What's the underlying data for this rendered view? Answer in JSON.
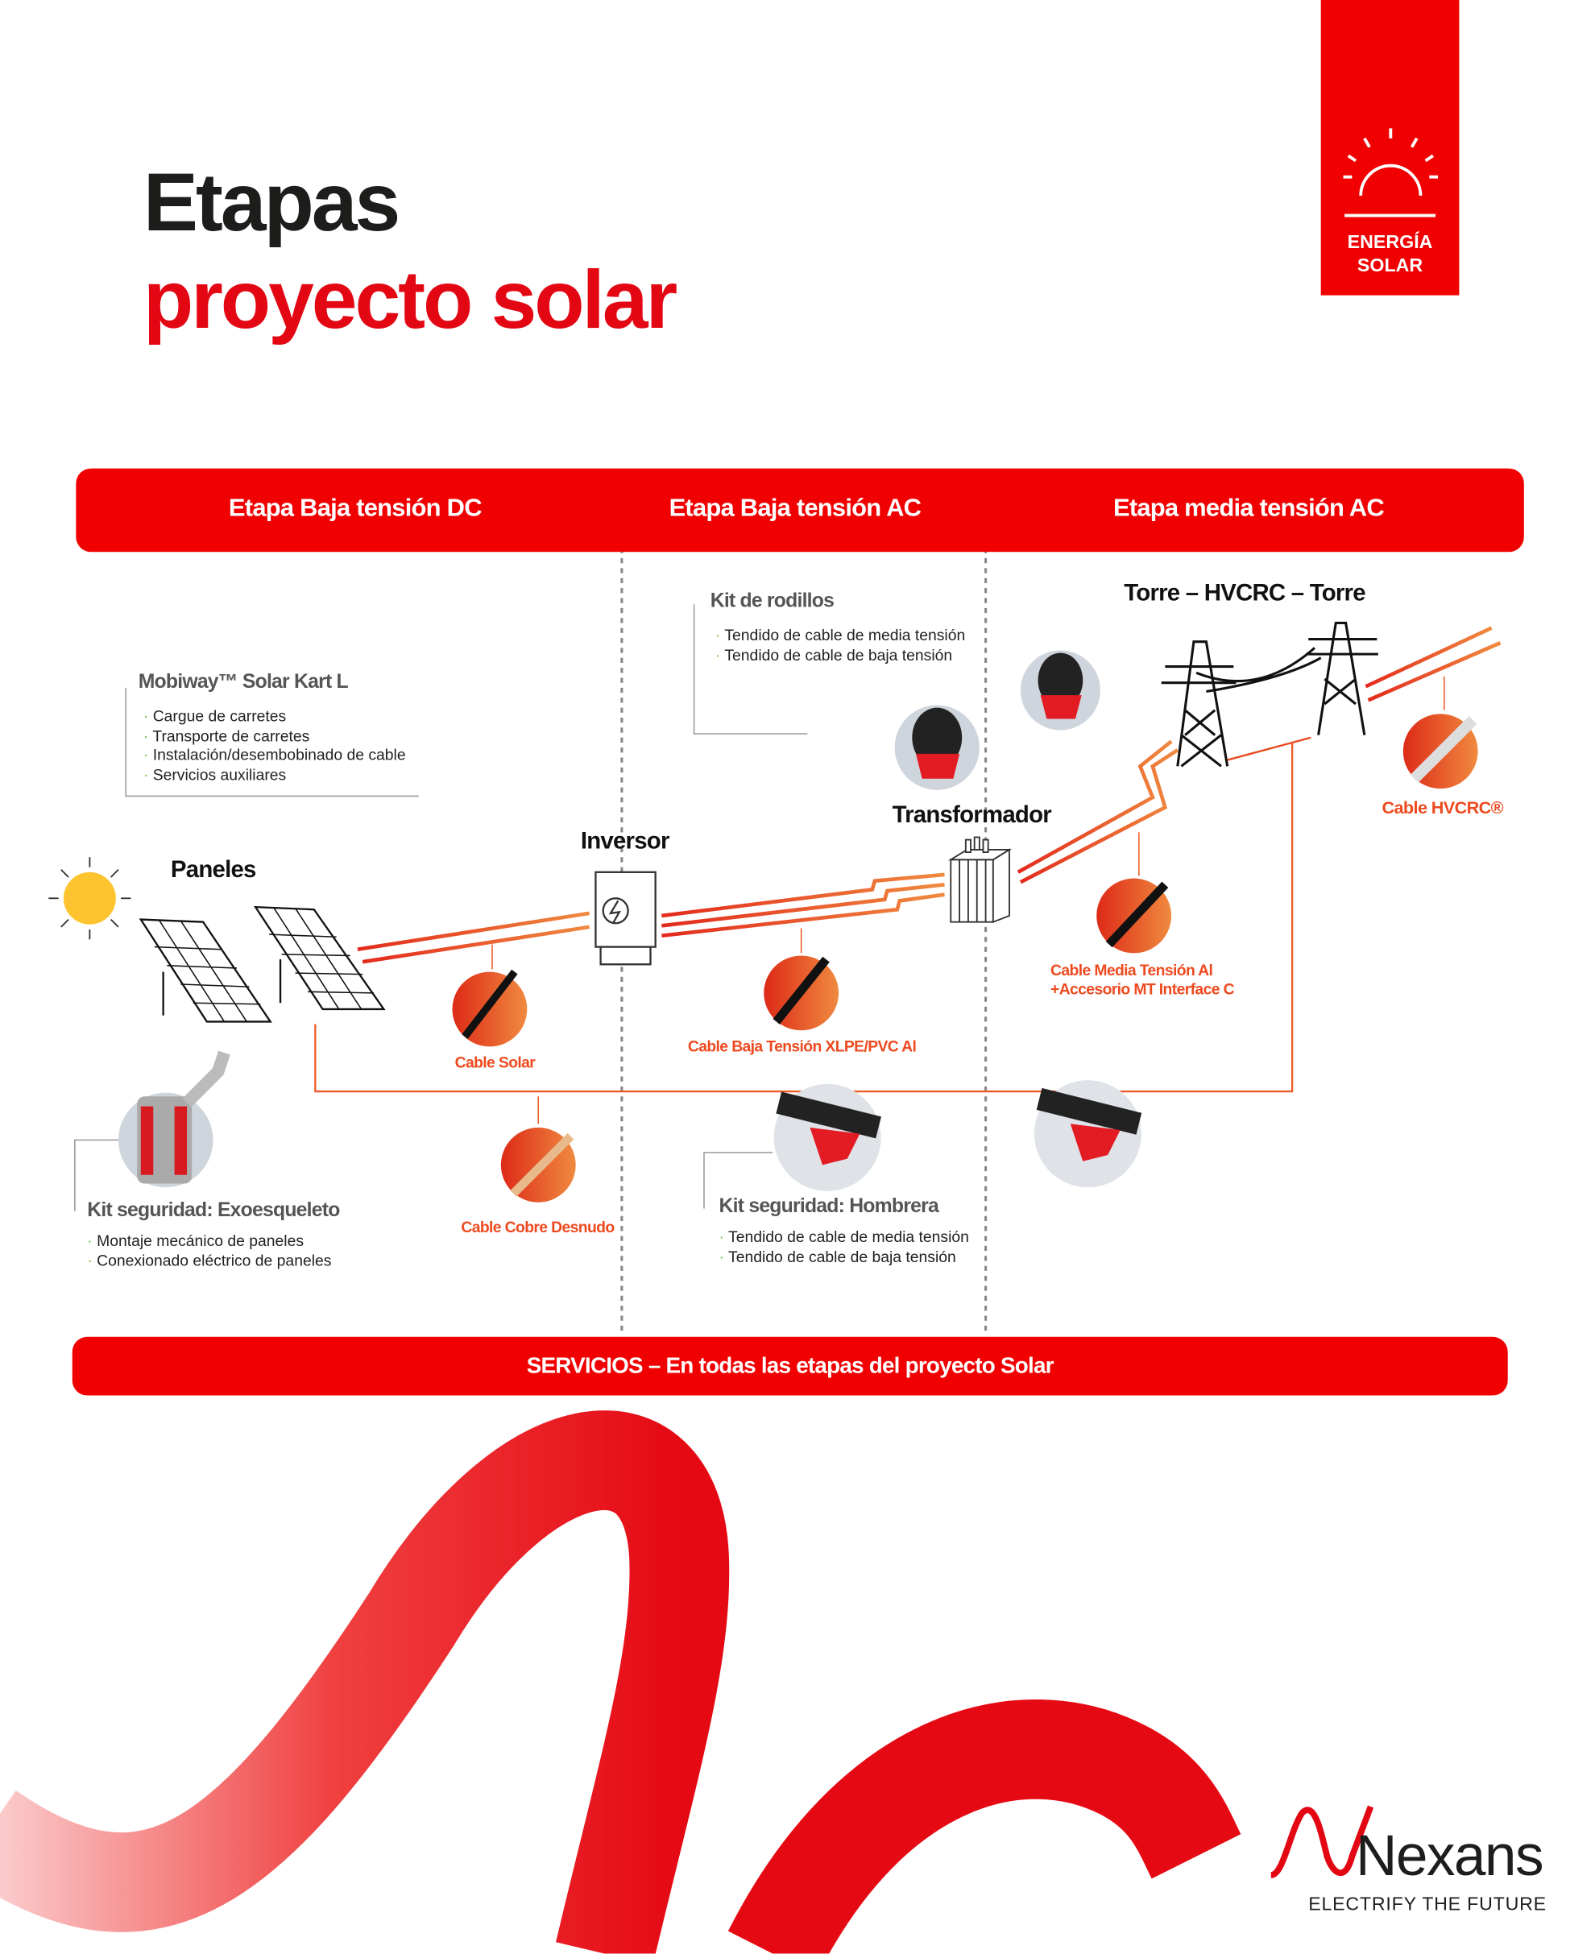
{
  "title": {
    "line1": "Etapas",
    "line2": "proyecto solar"
  },
  "badge": {
    "icon": "sun-icon",
    "line1": "ENERGÍA",
    "line2": "SOLAR"
  },
  "stages": [
    "Etapa Baja tensión DC",
    "Etapa Baja tensión AC",
    "Etapa media tensión AC"
  ],
  "components": {
    "paneles": "Paneles",
    "inversor": "Inversor",
    "transformador": "Transformador",
    "torre": "Torre – HVCRC – Torre"
  },
  "kits": {
    "mobiway": {
      "title": "Mobiway™  Solar Kart L",
      "items": [
        "Cargue de carretes",
        "Transporte de carretes",
        "Instalación/desembobinado de cable",
        "Servicios auxiliares"
      ]
    },
    "rodillos": {
      "title": "Kit de rodillos",
      "items": [
        "Tendido de cable de media tensión",
        "Tendido de cable de baja tensión"
      ]
    },
    "exo": {
      "title": "Kit seguridad: Exoesqueleto",
      "items": [
        "Montaje mecánico de paneles",
        "Conexionado eléctrico de paneles"
      ]
    },
    "hombrera": {
      "title": "Kit seguridad: Hombrera",
      "items": [
        "Tendido de cable de media tensión",
        "Tendido de cable de baja tensión"
      ]
    }
  },
  "cables": {
    "solar": "Cable Solar",
    "cobre": "Cable Cobre Desnudo",
    "baja": "Cable Baja Tensión XLPE/PVC Al",
    "media1": "Cable Media Tensión Al",
    "media2": "+Accesorio MT Interface C",
    "hvcrc": "Cable  HVCRC®"
  },
  "services": "SERVICIOS – En todas las etapas del proyecto Solar",
  "logo": {
    "name": "Nexans",
    "tagline": "ELECTRIFY THE FUTURE"
  },
  "colors": {
    "red": "#f00000",
    "orange": "#ee4a1f"
  }
}
